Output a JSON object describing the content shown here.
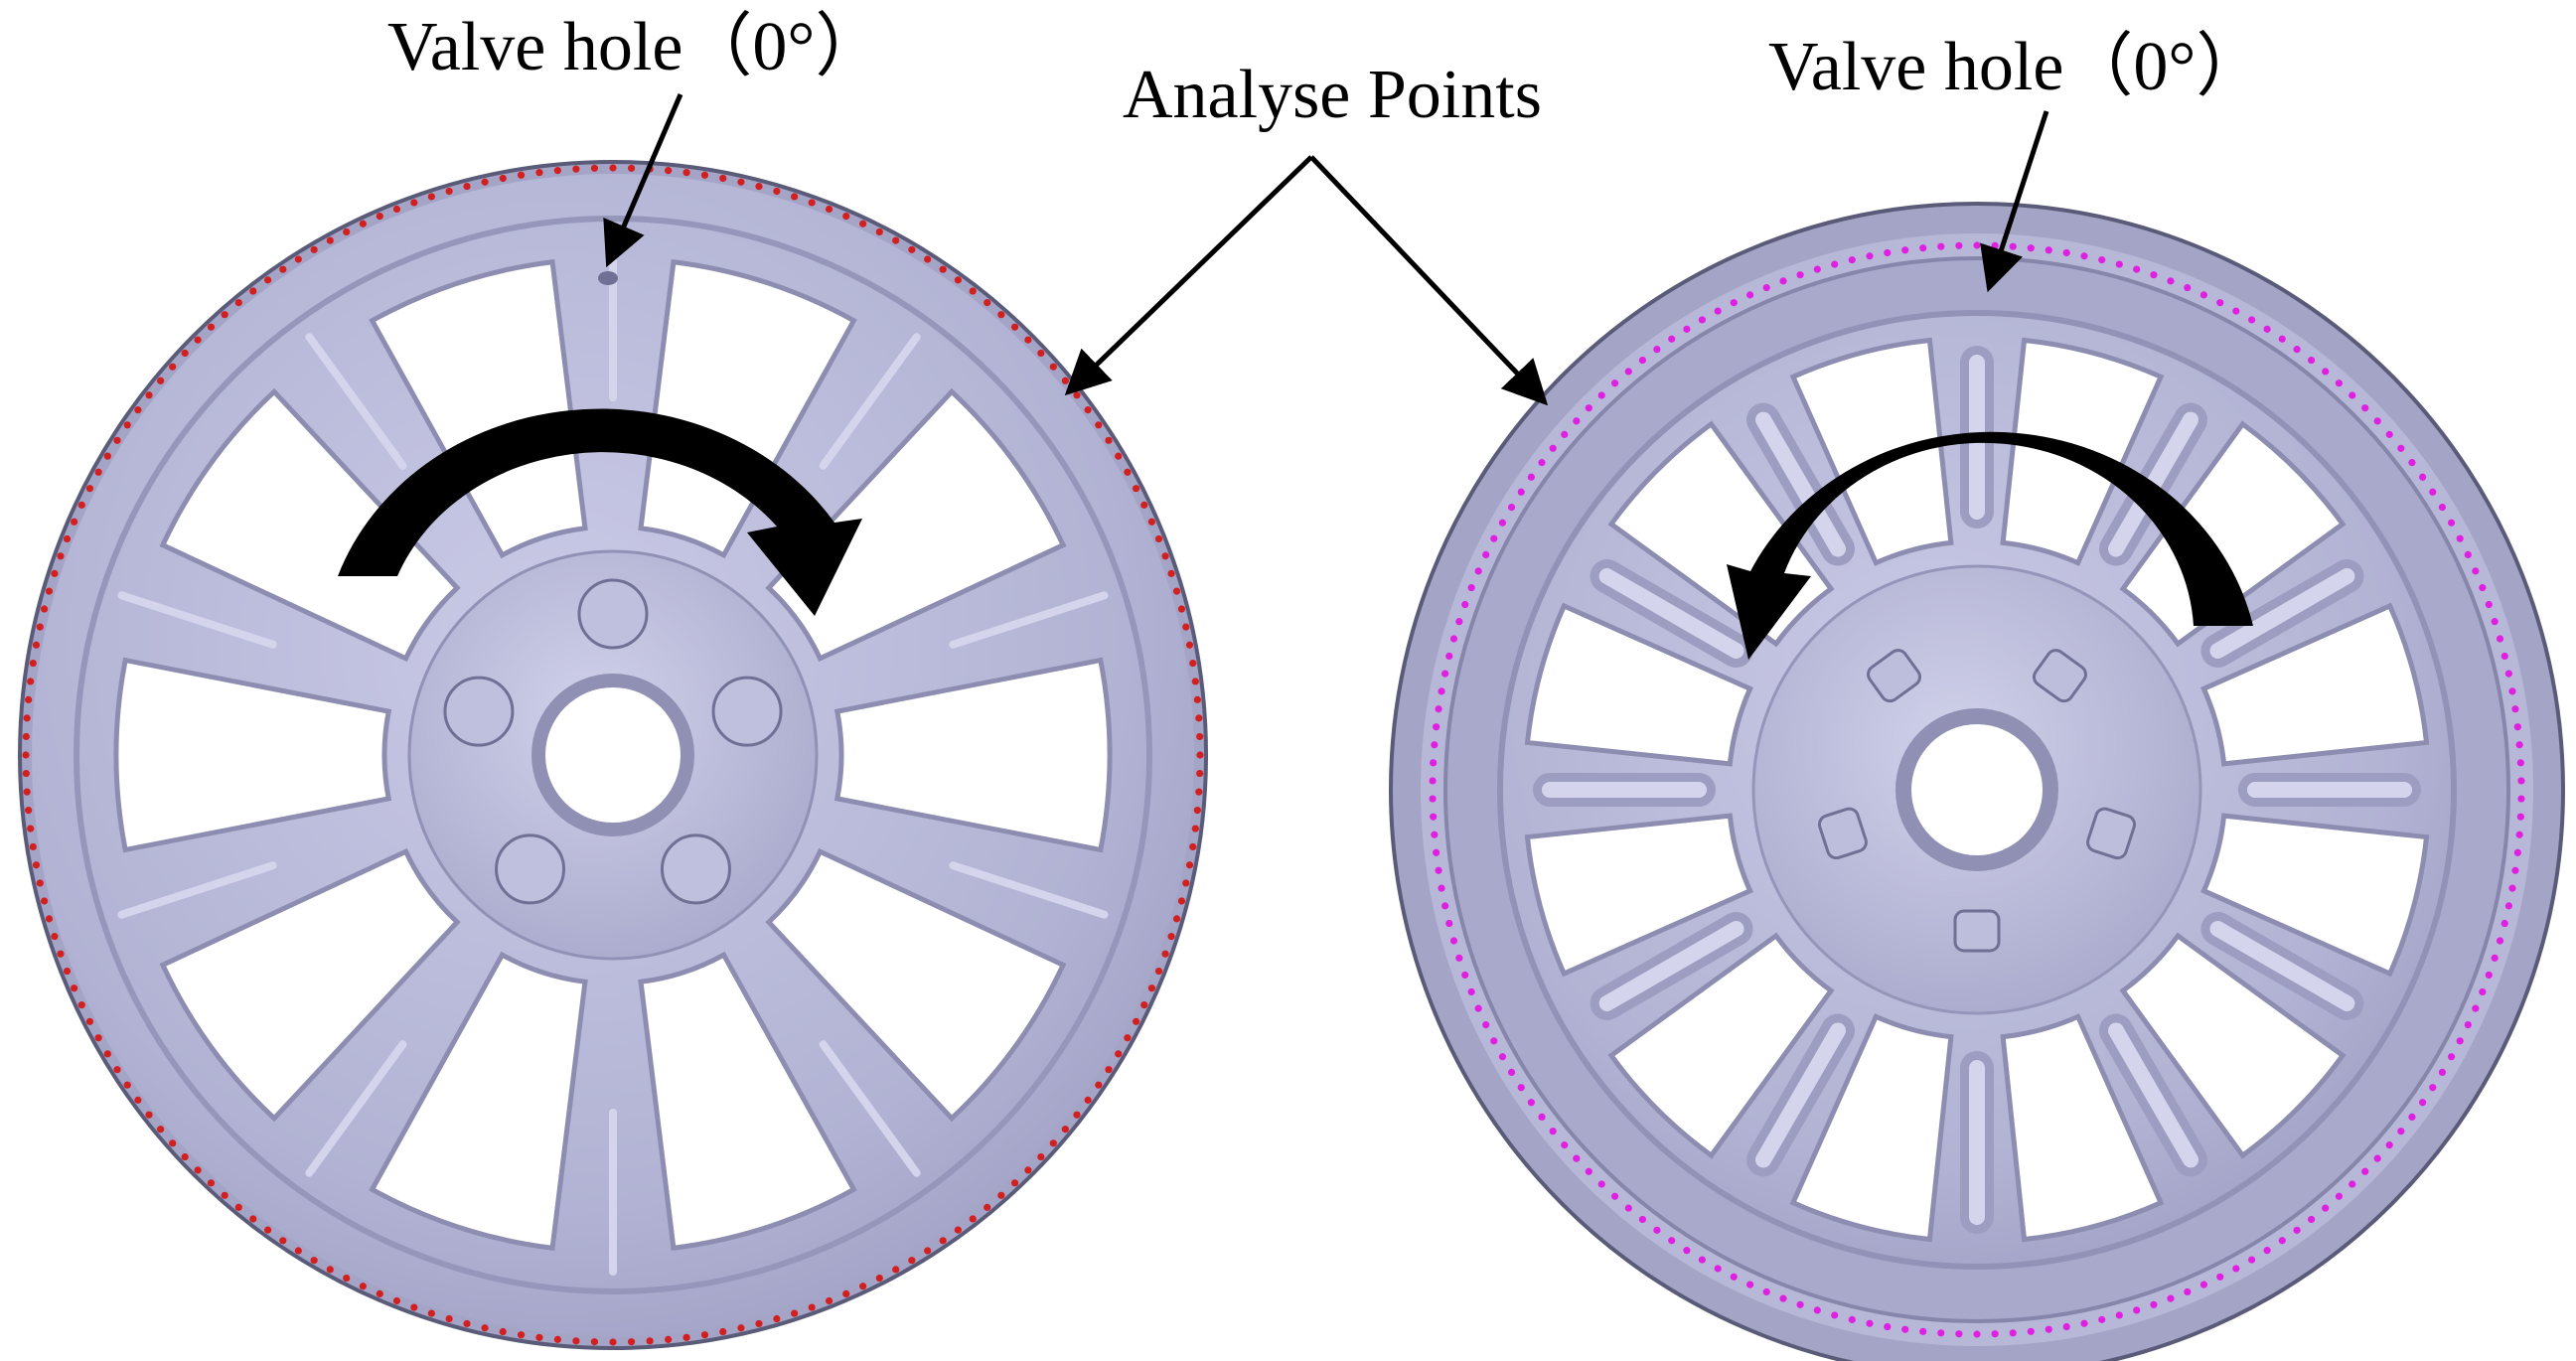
{
  "labels": {
    "valve_left": "Valve hole（0°）",
    "valve_right": "Valve hole（0°）",
    "analyse_points": "Analyse Points"
  },
  "colors": {
    "wheel_face": "#b4b5d6",
    "wheel_light": "#d4d5ec",
    "wheel_shadow": "#6f7094",
    "wheel_dark": "#8c8db0",
    "rim_edge": "#5a5b78",
    "points_left": "#d21f1f",
    "points_right": "#e020e0",
    "arrow": "#000000",
    "background": "#ffffff"
  },
  "wheels": [
    {
      "name": "left-wheel",
      "spokes": 10,
      "lug_holes": 5,
      "rotation_direction": "clockwise",
      "analyse_point_color": "#d21f1f"
    },
    {
      "name": "right-wheel",
      "spokes": 12,
      "lug_holes": 5,
      "rotation_direction": "counterclockwise",
      "analyse_point_color": "#e020e0"
    }
  ]
}
